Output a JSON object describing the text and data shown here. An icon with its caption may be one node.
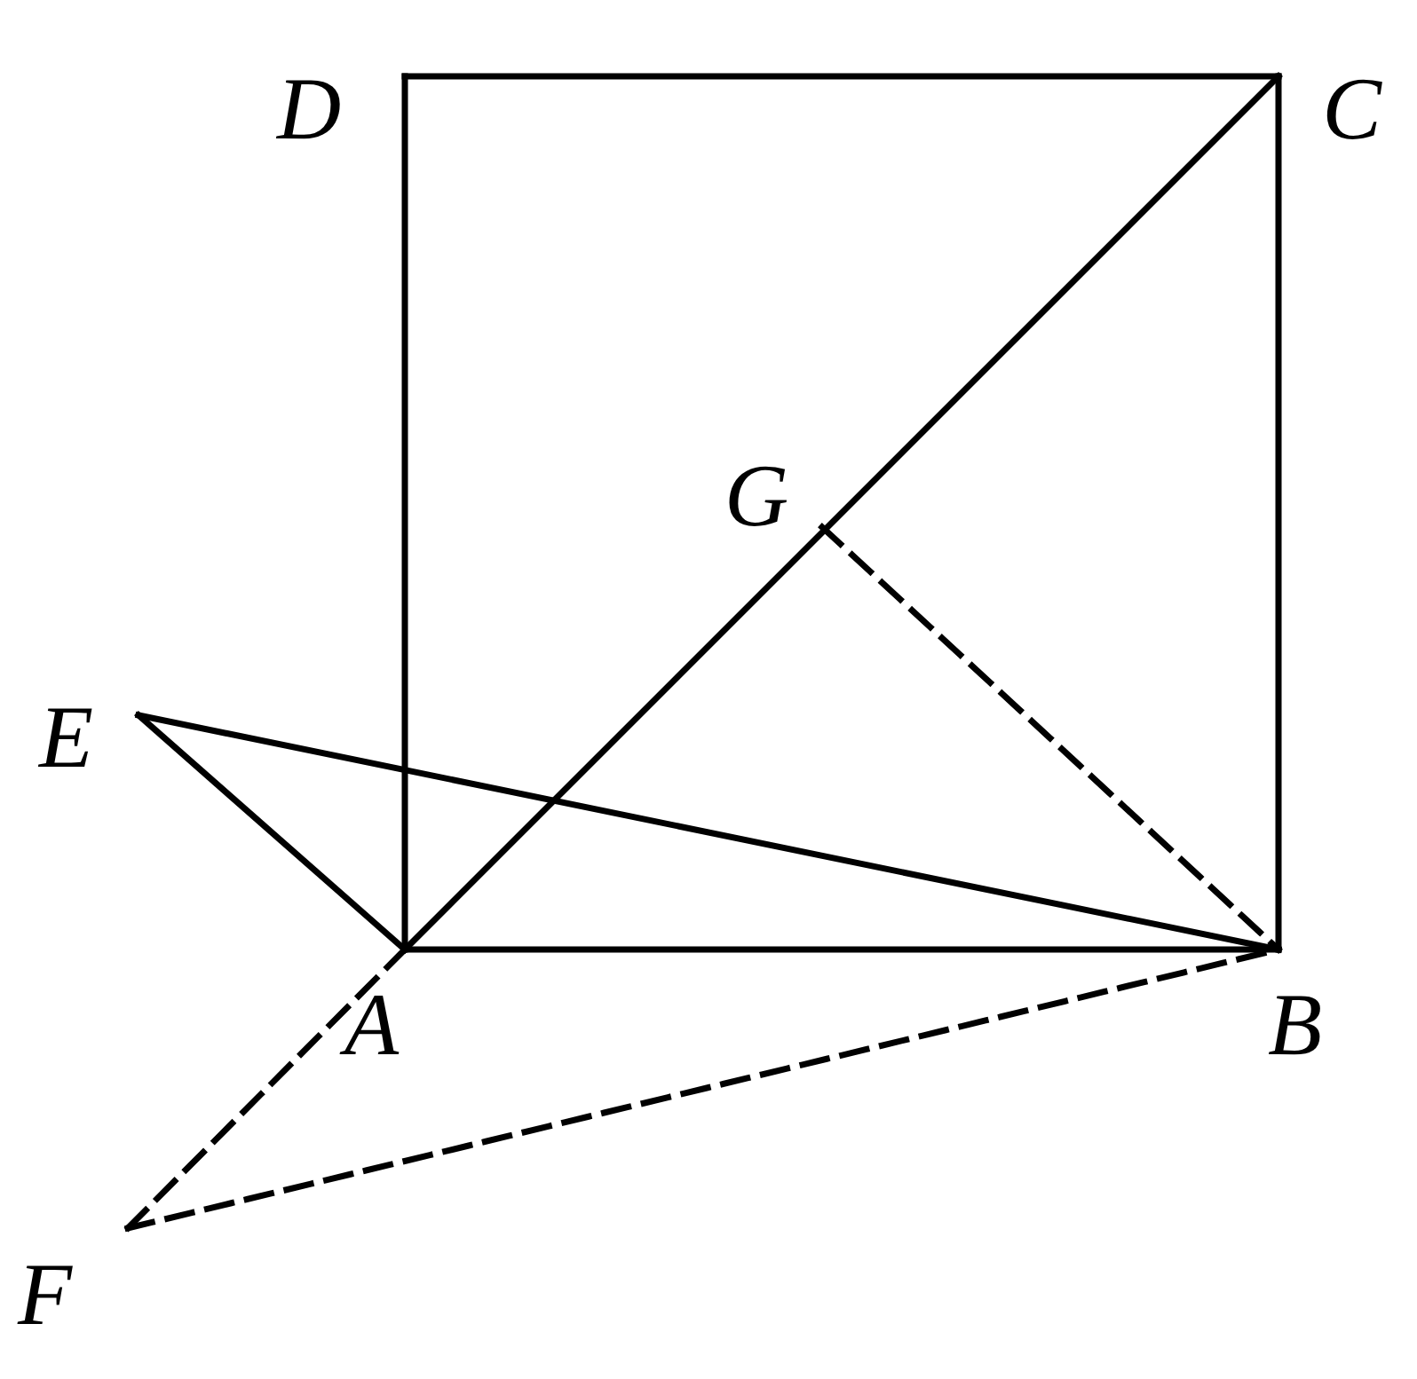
{
  "diagram": {
    "nodes": [
      {
        "text": [
          "D"
        ]
      },
      {
        "text": [
          "C"
        ]
      },
      {
        "text": [
          "G"
        ]
      },
      {
        "text": [
          "E"
        ]
      },
      {
        "text": [
          "A"
        ]
      },
      {
        "text": [
          "B"
        ]
      },
      {
        "text": [
          "F"
        ]
      }
    ],
    "edges": [
      {
        "from": 0,
        "to": 1,
        "arrow": "none"
      },
      {
        "from": 1,
        "to": 5,
        "arrow": "none"
      },
      {
        "from": 0,
        "to": 4,
        "arrow": "none"
      },
      {
        "from": 4,
        "to": 5,
        "arrow": "none"
      },
      {
        "from": 4,
        "to": 1,
        "arrow": "none"
      },
      {
        "from": 3,
        "to": 4,
        "arrow": "none"
      },
      {
        "from": 3,
        "to": 5,
        "arrow": "none"
      },
      {
        "from": 2,
        "to": 5,
        "arrow": "none",
        "style": "dashed"
      },
      {
        "from": 4,
        "to": 6,
        "arrow": "none",
        "style": "dashed"
      },
      {
        "from": 6,
        "to": 5,
        "arrow": "none",
        "style": "dashed"
      }
    ]
  }
}
